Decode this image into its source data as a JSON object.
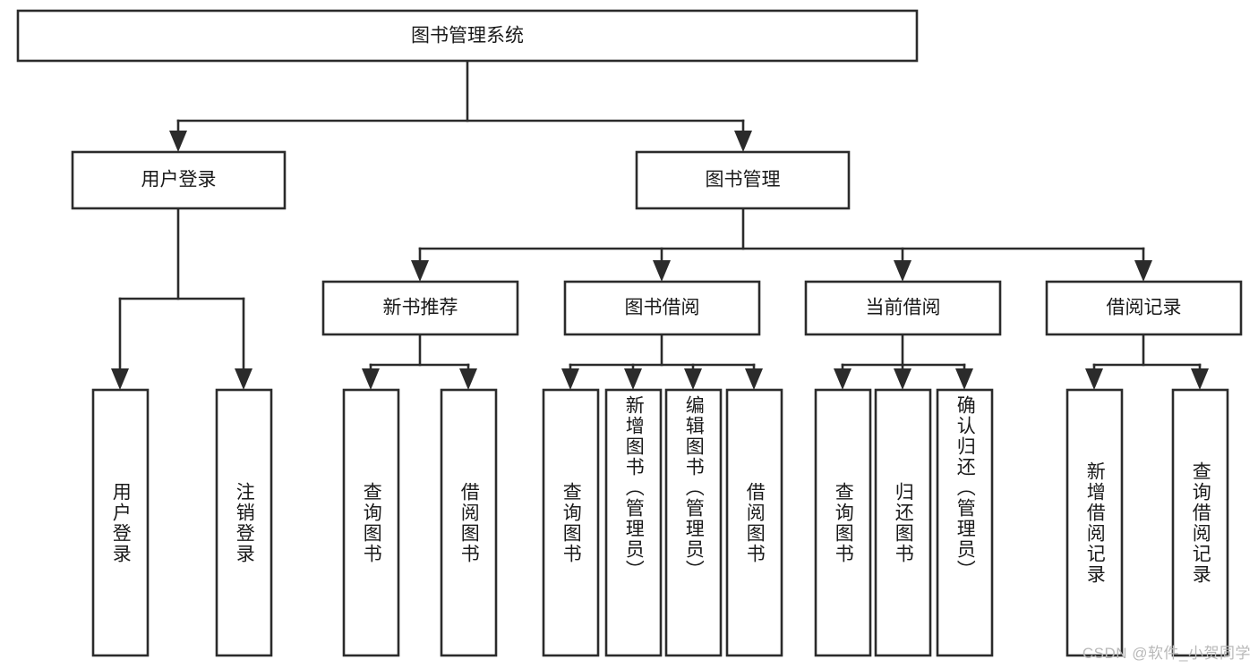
{
  "diagram": {
    "title_node": {
      "label": "图书管理系统"
    },
    "level2": [
      {
        "id": "user-login",
        "label": "用户登录"
      },
      {
        "id": "book-management",
        "label": "图书管理"
      }
    ],
    "level3": [
      {
        "id": "new-book-recommend",
        "label": "新书推荐",
        "parent": "book-management"
      },
      {
        "id": "book-borrow",
        "label": "图书借阅",
        "parent": "book-management"
      },
      {
        "id": "current-borrow",
        "label": "当前借阅",
        "parent": "book-management"
      },
      {
        "id": "borrow-record",
        "label": "借阅记录",
        "parent": "book-management"
      }
    ],
    "leaves": [
      {
        "id": "leaf-user-login",
        "label": "用户登录",
        "parent": "user-login"
      },
      {
        "id": "leaf-logout-login",
        "label": "注销登录",
        "parent": "user-login"
      },
      {
        "id": "leaf-query-book-1",
        "label": "查询图书",
        "parent": "new-book-recommend"
      },
      {
        "id": "leaf-borrow-book-1",
        "label": "借阅图书",
        "parent": "new-book-recommend"
      },
      {
        "id": "leaf-query-book-2",
        "label": "查询图书",
        "parent": "book-borrow"
      },
      {
        "id": "leaf-add-book",
        "label": "新增图书（管理员）",
        "parent": "book-borrow"
      },
      {
        "id": "leaf-edit-book",
        "label": "编辑图书（管理员）",
        "parent": "book-borrow"
      },
      {
        "id": "leaf-borrow-book-2",
        "label": "借阅图书",
        "parent": "book-borrow"
      },
      {
        "id": "leaf-query-book-3",
        "label": "查询图书",
        "parent": "current-borrow"
      },
      {
        "id": "leaf-return-book",
        "label": "归还图书",
        "parent": "current-borrow"
      },
      {
        "id": "leaf-confirm-return",
        "label": "确认归还（管理员）",
        "parent": "current-borrow"
      },
      {
        "id": "leaf-add-borrow-record",
        "label": "新增借阅记录",
        "parent": "borrow-record"
      },
      {
        "id": "leaf-query-borrow-record",
        "label": "查询借阅记录",
        "parent": "borrow-record"
      }
    ],
    "colors": {
      "stroke": "#2b2b2b",
      "fill": "#ffffff",
      "text": "#1a1a1a",
      "watermark": "#b9b9b9"
    }
  },
  "watermark": {
    "text": "CSDN @软件_小贺同学"
  }
}
